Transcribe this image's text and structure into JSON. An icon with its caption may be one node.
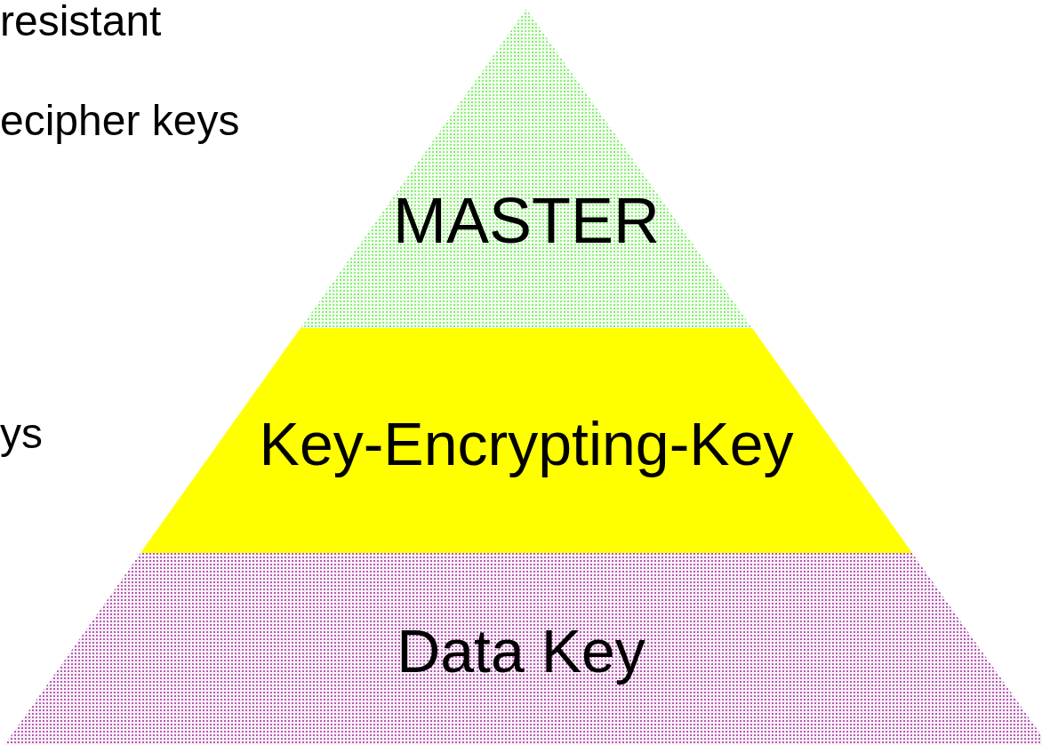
{
  "diagram": {
    "nodes": [
      {
        "text": [
          "MASTER"
        ]
      },
      {
        "text": [
          "Key-Encrypting-Key"
        ]
      },
      {
        "text": [
          "Data Key"
        ]
      }
    ],
    "labels": [
      "resistant",
      "ecipher keys",
      "ys"
    ]
  }
}
